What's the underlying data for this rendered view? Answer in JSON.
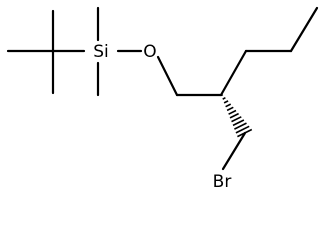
{
  "molecule": {
    "atoms": {
      "si": "Si",
      "o": "O",
      "br": "Br"
    },
    "stereo": {
      "type": "hashed-wedge"
    }
  }
}
